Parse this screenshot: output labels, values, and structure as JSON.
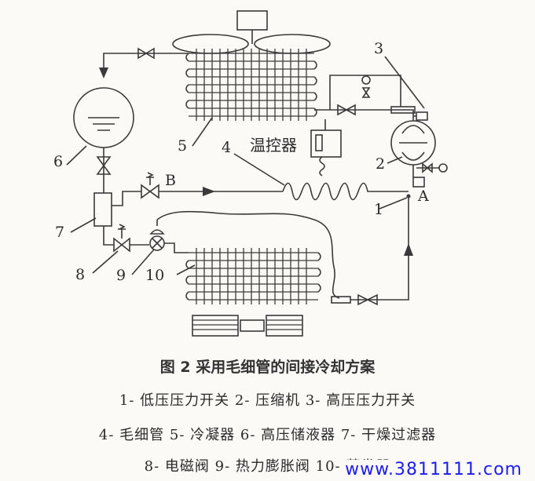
{
  "diagram": {
    "labels": {
      "n1": "1",
      "n2": "2",
      "n3": "3",
      "n4": "4",
      "n5": "5",
      "n6": "6",
      "n7": "7",
      "n8": "8",
      "n9": "9",
      "n10": "10",
      "thermostat": "温控器",
      "point_a": "A",
      "point_b": "B"
    }
  },
  "caption": "图 2 采用毛细管的间接冷却方案",
  "legend": {
    "line1": "1- 低压压力开关 2- 压缩机 3- 高压压力开关",
    "line2": "4- 毛细管 5- 冷凝器 6- 高压储液器 7- 干燥过滤器",
    "line3": "8- 电磁阀 9- 热力膨胀阀 10- 蒸发器"
  },
  "watermark": "www.3811111.com"
}
